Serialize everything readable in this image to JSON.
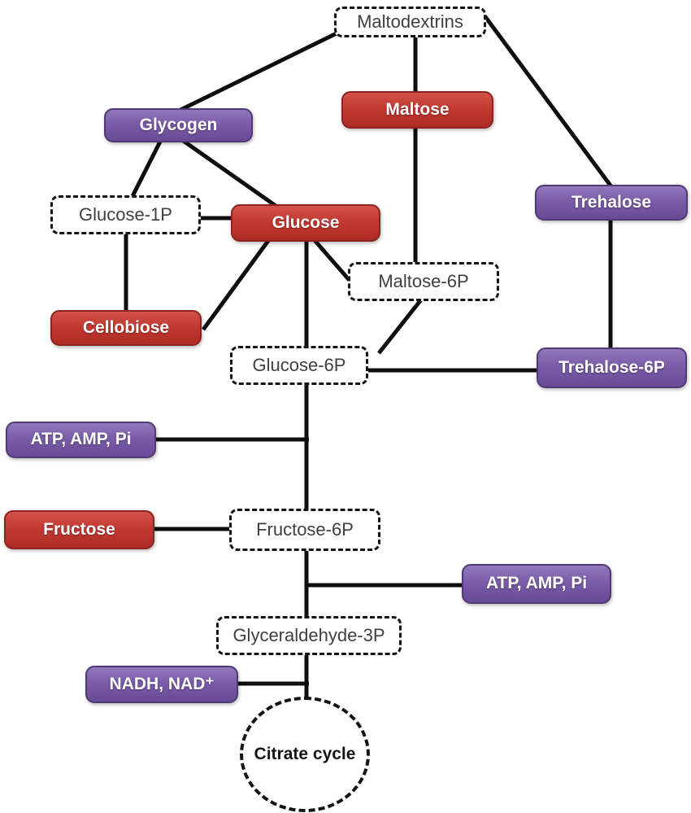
{
  "diagram": {
    "type": "metabolic-pathway",
    "colors": {
      "red_node": "#c23a31",
      "purple_node": "#7b5ca8",
      "dashed_node_bg": "#ffffff",
      "dashed_node_text": "#3f3f3f",
      "edge_line": "#0e0e0e",
      "solid_node_text": "#ffffff"
    },
    "nodes": {
      "maltodextrins": {
        "label": "Maltodextrins",
        "style": "dashed"
      },
      "glycogen": {
        "label": "Glycogen",
        "style": "purple"
      },
      "maltose": {
        "label": "Maltose",
        "style": "red"
      },
      "trehalose": {
        "label": "Trehalose",
        "style": "purple"
      },
      "glucose_1p": {
        "label": "Glucose-1P",
        "style": "dashed"
      },
      "glucose": {
        "label": "Glucose",
        "style": "red"
      },
      "maltose_6p": {
        "label": "Maltose-6P",
        "style": "dashed"
      },
      "cellobiose": {
        "label": "Cellobiose",
        "style": "red"
      },
      "glucose_6p": {
        "label": "Glucose-6P",
        "style": "dashed"
      },
      "trehalose_6p": {
        "label": "Trehalose-6P",
        "style": "purple"
      },
      "atp_amp_pi_left": {
        "label": "ATP, AMP, Pi",
        "style": "purple"
      },
      "fructose": {
        "label": "Fructose",
        "style": "red"
      },
      "fructose_6p": {
        "label": "Fructose-6P",
        "style": "dashed"
      },
      "atp_amp_pi_right": {
        "label": "ATP, AMP, Pi",
        "style": "purple"
      },
      "glyceraldehyde_3p": {
        "label": "Glyceraldehyde-3P",
        "style": "dashed"
      },
      "nadh_nad": {
        "label": "NADH, NAD⁺",
        "style": "purple"
      },
      "citrate_cycle": {
        "label": "Citrate cycle",
        "style": "circle-dashed"
      }
    },
    "edges": [
      {
        "a": "maltodextrins",
        "b": "glycogen"
      },
      {
        "a": "maltodextrins",
        "b": "maltose"
      },
      {
        "a": "maltodextrins",
        "b": "trehalose"
      },
      {
        "a": "glycogen",
        "b": "glucose_1p"
      },
      {
        "a": "glycogen",
        "b": "glucose"
      },
      {
        "a": "glucose_1p",
        "b": "glucose"
      },
      {
        "a": "glucose_1p",
        "b": "cellobiose"
      },
      {
        "a": "glucose",
        "b": "cellobiose"
      },
      {
        "a": "glucose",
        "b": "glucose_6p"
      },
      {
        "a": "glucose",
        "b": "maltose_6p"
      },
      {
        "a": "maltose",
        "b": "maltose_6p"
      },
      {
        "a": "maltose_6p",
        "b": "glucose_6p"
      },
      {
        "a": "glucose_6p",
        "b": "trehalose_6p"
      },
      {
        "a": "trehalose",
        "b": "trehalose_6p"
      },
      {
        "a": "glucose_6p",
        "b": "fructose_6p"
      },
      {
        "a": "atp_amp_pi_left",
        "b": "pathway_glucose_6p_to_fructose_6p"
      },
      {
        "a": "fructose",
        "b": "fructose_6p"
      },
      {
        "a": "fructose_6p",
        "b": "glyceraldehyde_3p"
      },
      {
        "a": "atp_amp_pi_right",
        "b": "pathway_fructose_6p_to_glyceraldehyde_3p"
      },
      {
        "a": "glyceraldehyde_3p",
        "b": "citrate_cycle"
      },
      {
        "a": "nadh_nad",
        "b": "pathway_glyceraldehyde_3p_to_citrate_cycle"
      }
    ]
  }
}
